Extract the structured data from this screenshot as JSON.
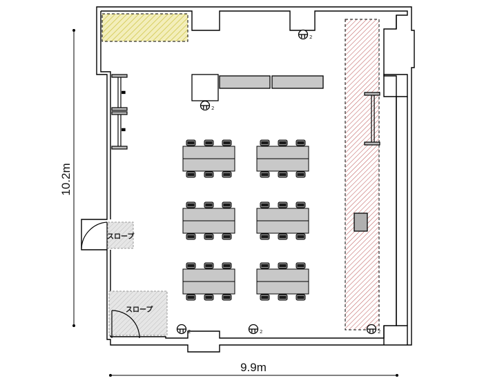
{
  "dimensions": {
    "height_label": "10.2m",
    "width_label": "9.9m"
  },
  "labels": {
    "slope_1": "スロープ",
    "slope_2": "スロープ",
    "outlet_number": "2"
  },
  "colors": {
    "wall": "#000000",
    "table_fill": "#c8c8c8",
    "yellow_hatch": "#d8cf63",
    "red_hatch": "#c46a6a",
    "slope_fill": "#d9d9d9"
  },
  "icons": {
    "outlet": "power-outlet-icon",
    "door": "door-swing-icon"
  }
}
